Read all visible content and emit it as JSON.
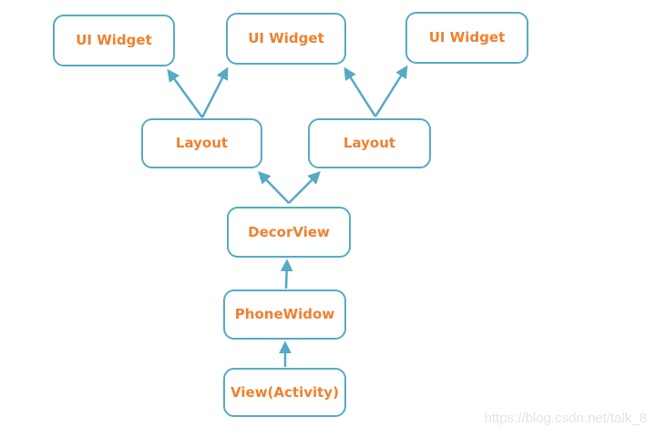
{
  "diagram": {
    "nodes": {
      "ui_widget_1": {
        "label": "UI Widget"
      },
      "ui_widget_2": {
        "label": "UI Widget"
      },
      "ui_widget_3": {
        "label": "UI Widget"
      },
      "layout_1": {
        "label": "Layout"
      },
      "layout_2": {
        "label": "Layout"
      },
      "decor_view": {
        "label": "DecorView"
      },
      "phone_widow": {
        "label": "PhoneWidow"
      },
      "view_activity": {
        "label": "View(Activity)"
      }
    },
    "edges": [
      {
        "from": "layout_1",
        "to": "ui_widget_1"
      },
      {
        "from": "layout_1",
        "to": "ui_widget_2"
      },
      {
        "from": "layout_2",
        "to": "ui_widget_2"
      },
      {
        "from": "layout_2",
        "to": "ui_widget_3"
      },
      {
        "from": "decor_view",
        "to": "layout_1"
      },
      {
        "from": "decor_view",
        "to": "layout_2"
      },
      {
        "from": "phone_widow",
        "to": "decor_view"
      },
      {
        "from": "view_activity",
        "to": "phone_widow"
      }
    ],
    "colors": {
      "node_border": "#55AAC6",
      "node_background": "#FFFFFF",
      "node_text": "#F0802E",
      "arrow": "#55AAC6",
      "page_background": "#FFFFFF",
      "watermark_text": "#E4E4E4"
    }
  },
  "watermark": {
    "text": "https://blog.csdn.net/talk_8"
  }
}
